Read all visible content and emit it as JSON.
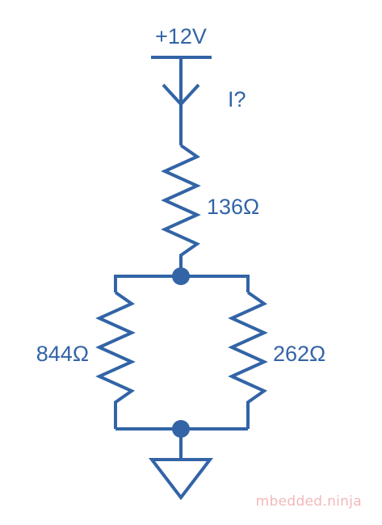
{
  "colors": {
    "circuit": "#3264a6",
    "watermark": "#f4b8b8",
    "background": "#ffffff"
  },
  "supply": {
    "label": "+12V"
  },
  "current": {
    "label": "I?"
  },
  "resistors": {
    "series": {
      "label": "136Ω"
    },
    "parallel_left": {
      "label": "844Ω"
    },
    "parallel_right": {
      "label": "262Ω"
    }
  },
  "ground": {
    "icon": "ground-symbol"
  },
  "watermark": {
    "text": "mbedded.ninja"
  }
}
